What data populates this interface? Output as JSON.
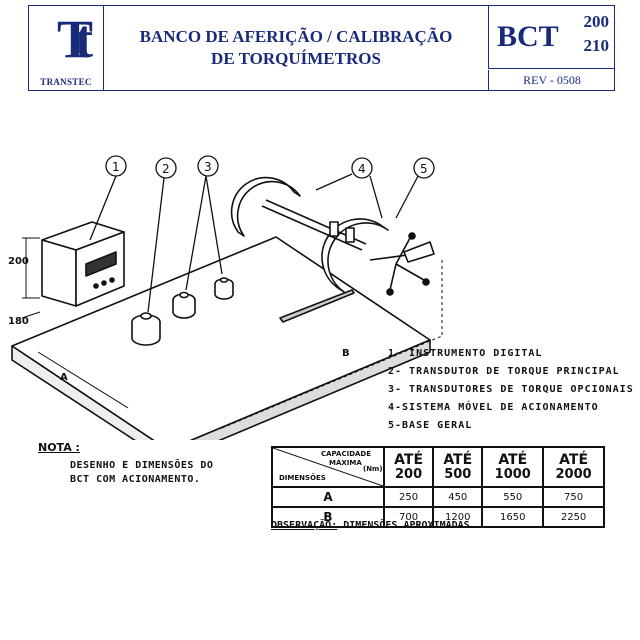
{
  "header": {
    "logo_text": "TRANSTEC",
    "logo_mark": "Tt",
    "title_line1": "BANCO DE AFERIÇÃO / CALIBRAÇÃO",
    "title_line2": "DE TORQUÍMETROS",
    "model_code": "BCT",
    "model_num1": "200",
    "model_num2": "210",
    "revision": "REV -  0508",
    "accent_color": "#1a2a7a"
  },
  "drawing": {
    "callouts": [
      "1",
      "2",
      "3",
      "4",
      "5"
    ],
    "dim_height": "200",
    "dim_depth": "180",
    "dim_a": "A",
    "dim_b": "B"
  },
  "legend": [
    "1- INSTRUMENTO  DIGITAL",
    "2- TRANSDUTOR  DE  TORQUE  PRINCIPAL",
    "3- TRANSDUTORES  DE  TORQUE  OPCIONAIS",
    "4-SISTEMA  MÓVEL  DE  ACIONAMENTO",
    "5-BASE  GERAL"
  ],
  "note": {
    "title": "NOTA :",
    "line1": "DESENHO E DIMENSÕES DO",
    "line2": "BCT COM ACIONAMENTO."
  },
  "table": {
    "header_capacidade": "CAPACIDADE",
    "header_maxima": "MÁXIMA",
    "header_unit": "(Nm)",
    "header_dimensoes": "DIMENSÕES",
    "columns": [
      {
        "top": "ATÉ",
        "bottom": "200"
      },
      {
        "top": "ATÉ",
        "bottom": "500"
      },
      {
        "top": "ATÉ",
        "bottom": "1000"
      },
      {
        "top": "ATÉ",
        "bottom": "2000"
      }
    ],
    "rows": [
      {
        "label": "A",
        "values": [
          "250",
          "450",
          "550",
          "750"
        ]
      },
      {
        "label": "B",
        "values": [
          "700",
          "1200",
          "1650",
          "2250"
        ]
      }
    ]
  },
  "observation": {
    "label": "OBSERVAÇÃO:",
    "text": " DIMENSÕES  APROXIMADAS"
  }
}
